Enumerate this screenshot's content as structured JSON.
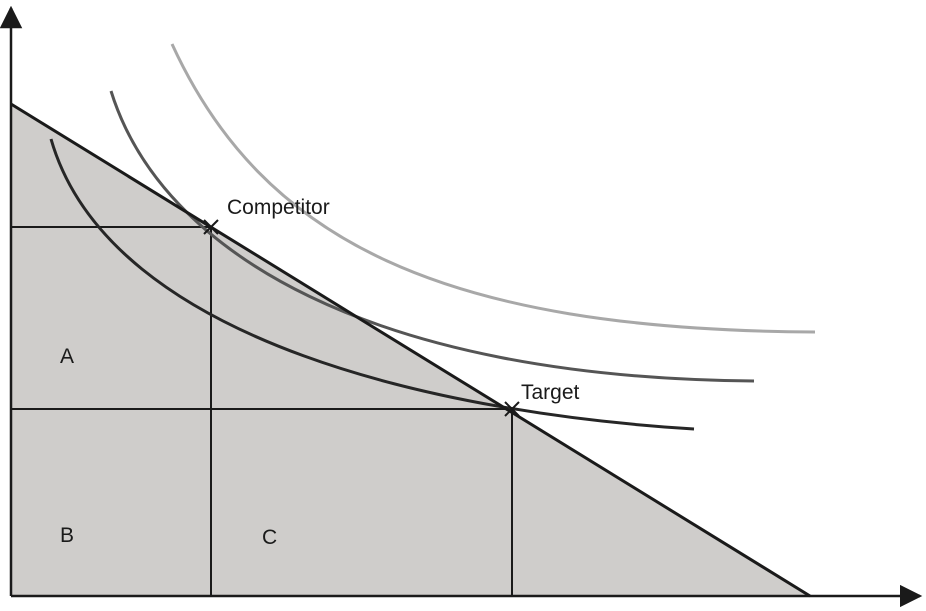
{
  "points": {
    "competitor": {
      "label": "Competitor"
    },
    "target": {
      "label": "Target"
    }
  },
  "regions": {
    "a": {
      "label": "A"
    },
    "b": {
      "label": "B"
    },
    "c": {
      "label": "C"
    }
  },
  "colors": {
    "fill": "#cfcdcb",
    "line": "#1a1a1a",
    "curve_inner": "#262626",
    "curve_middle": "#555555",
    "curve_outer": "#a8a8a8"
  }
}
